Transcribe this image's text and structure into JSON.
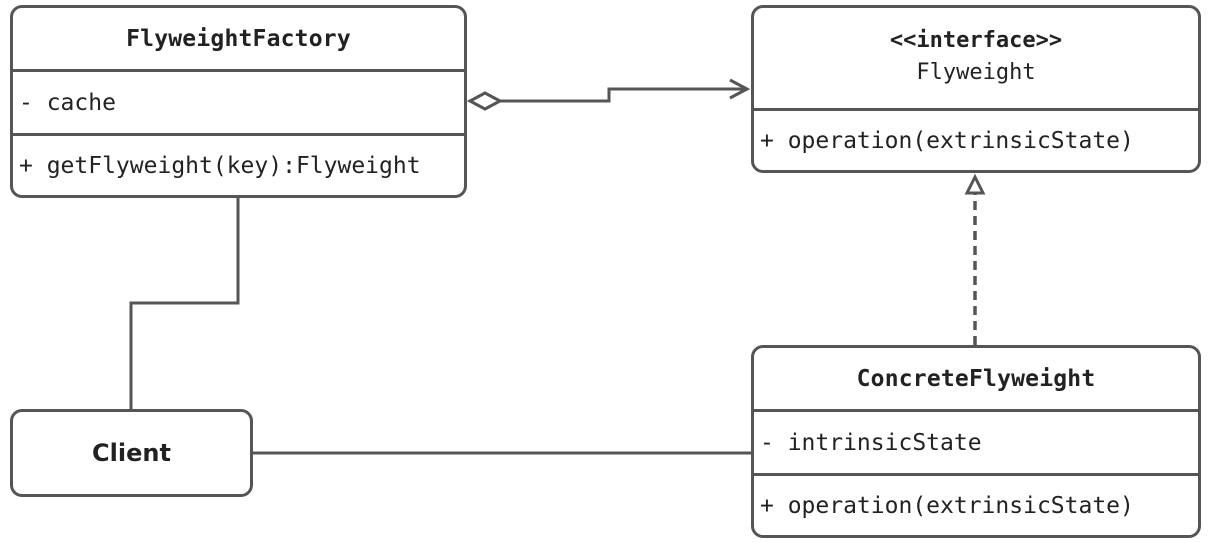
{
  "classes": {
    "factory": {
      "name": "FlyweightFactory",
      "attribute": "- cache",
      "operation": "+ getFlyweight(key):Flyweight"
    },
    "flyweight": {
      "stereotype": "<<interface>>",
      "name": "Flyweight",
      "operation": "+ operation(extrinsicState)"
    },
    "client": {
      "name": "Client"
    },
    "concrete": {
      "name": "ConcreteFlyweight",
      "attribute": "- intrinsicState",
      "operation": "+ operation(extrinsicState)"
    }
  },
  "relationships": [
    {
      "from": "FlyweightFactory",
      "to": "Flyweight",
      "type": "aggregation"
    },
    {
      "from": "ConcreteFlyweight",
      "to": "Flyweight",
      "type": "realization"
    },
    {
      "from": "FlyweightFactory",
      "to": "Client",
      "type": "association"
    },
    {
      "from": "Client",
      "to": "ConcreteFlyweight",
      "type": "association"
    }
  ],
  "colors": {
    "stroke": "#555555",
    "text": "#222222",
    "background": "#ffffff"
  }
}
